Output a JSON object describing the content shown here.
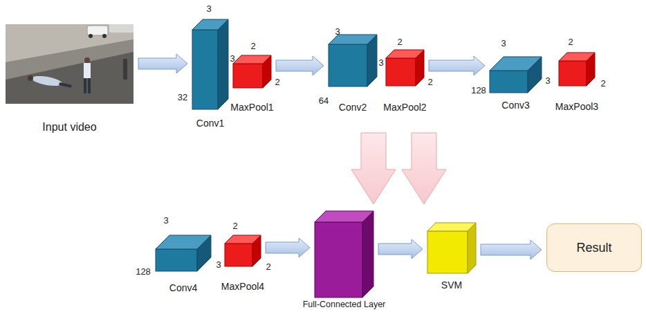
{
  "diagram": {
    "nodes": [
      {
        "text": [
          "Input video"
        ]
      },
      {
        "text": [
          "Conv1"
        ]
      },
      {
        "text": [
          "MaxPool1"
        ]
      },
      {
        "text": [
          "Conv2"
        ]
      },
      {
        "text": [
          "MaxPool2"
        ]
      },
      {
        "text": [
          "Conv3"
        ]
      },
      {
        "text": [
          "MaxPool3"
        ]
      },
      {
        "text": [
          "Conv4"
        ]
      },
      {
        "text": [
          "MaxPool4"
        ]
      },
      {
        "text": [
          "Full-Connected Layer"
        ]
      },
      {
        "text": [
          "SVM"
        ]
      },
      {
        "text": [
          "Result"
        ]
      }
    ],
    "edges": [
      {
        "from": 0,
        "to": 1,
        "arrow": "to"
      },
      {
        "from": 2,
        "to": 3,
        "arrow": "to"
      },
      {
        "from": 4,
        "to": 5,
        "arrow": "to"
      },
      {
        "from": 8,
        "to": 9,
        "arrow": "to"
      },
      {
        "from": 9,
        "to": 10,
        "arrow": "to"
      },
      {
        "from": 10,
        "to": 11,
        "arrow": "to"
      }
    ],
    "labels": [
      "3",
      "3",
      "32",
      "2",
      "2",
      "3",
      "3",
      "64",
      "2",
      "2",
      "3",
      "128",
      "3",
      "2",
      "2",
      "3",
      "128",
      "3",
      "2",
      "2"
    ]
  }
}
